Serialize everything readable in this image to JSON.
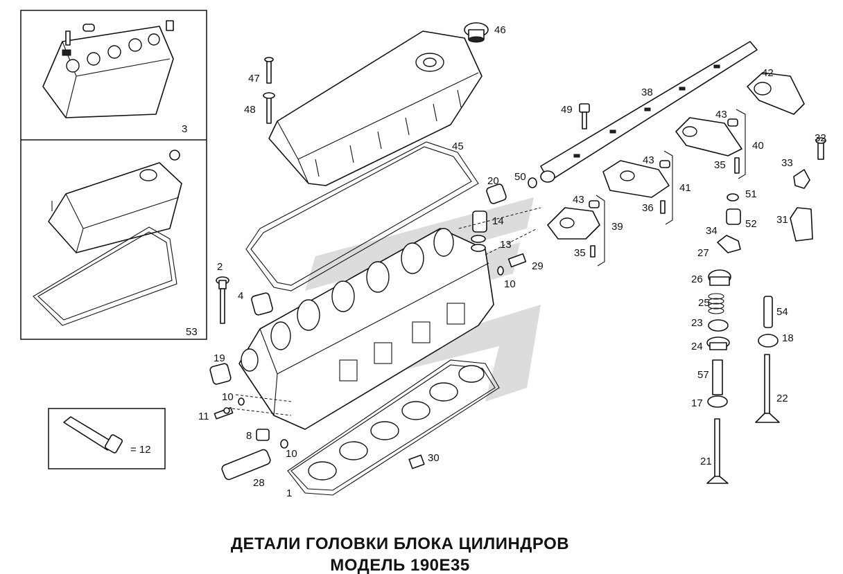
{
  "title_line1": "ДЕТАЛИ ГОЛОВКИ БЛОКА ЦИЛИНДРОВ",
  "title_line2": "МОДЕЛЬ 190Е35",
  "callouts": {
    "c1": "1",
    "c2": "2",
    "c3": "3",
    "c4": "4",
    "c8": "8",
    "c10a": "10",
    "c10b": "10",
    "c10c": "10",
    "c11": "11",
    "c12": "= 12",
    "c13": "13",
    "c14": "14",
    "c17": "17",
    "c18": "18",
    "c19": "19",
    "c20": "20",
    "c21": "21",
    "c22": "22",
    "c23": "23",
    "c24": "24",
    "c25": "25",
    "c26": "26",
    "c27": "27",
    "c28": "28",
    "c29": "29",
    "c30": "30",
    "c31": "31",
    "c32": "32",
    "c33": "33",
    "c34": "34",
    "c35a": "35",
    "c35b": "35",
    "c36": "36",
    "c38": "38",
    "c39": "39",
    "c40": "40",
    "c41": "41",
    "c42": "42",
    "c43a": "43",
    "c43b": "43",
    "c43c": "43",
    "c45": "45",
    "c46": "46",
    "c47": "47",
    "c48": "48",
    "c49": "49",
    "c50": "50",
    "c51": "51",
    "c52": "52",
    "c53": "53",
    "c54": "54",
    "c57": "57"
  }
}
